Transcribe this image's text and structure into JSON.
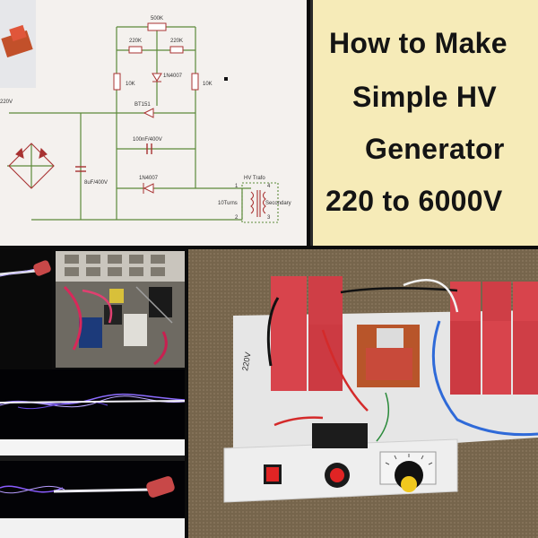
{
  "title_card": {
    "lines": [
      "How to Make",
      "Simple HV",
      "Generator",
      "220 to 6000V"
    ],
    "background": "#f6ebb8",
    "text_color": "#141414"
  },
  "schematic": {
    "pot_label": "500K",
    "resistor_left_label": "220K",
    "resistor_right_label": "220K",
    "resistor_side_left_label": "10K",
    "resistor_side_right_label": "10K",
    "diode_top_label": "1N4007",
    "scr_label": "BT151",
    "cap_film_label": "100nF/400V",
    "diode_bottom_label": "1N4007",
    "cap_bulk_label": "8uF/400V",
    "input_label": "220V",
    "transformer_label": "HV Trafo",
    "primary_label": "10Turns",
    "secondary_label": "Secondary",
    "pin_1": "1",
    "pin_2": "2",
    "pin_3": "3",
    "pin_4": "4",
    "line_color": "#5c8a3a",
    "component_color": "#a83232"
  },
  "photos": {
    "device_input_marking": "220V",
    "case_color": "#e4e4e4",
    "capacitor_color": "#d8444c"
  }
}
